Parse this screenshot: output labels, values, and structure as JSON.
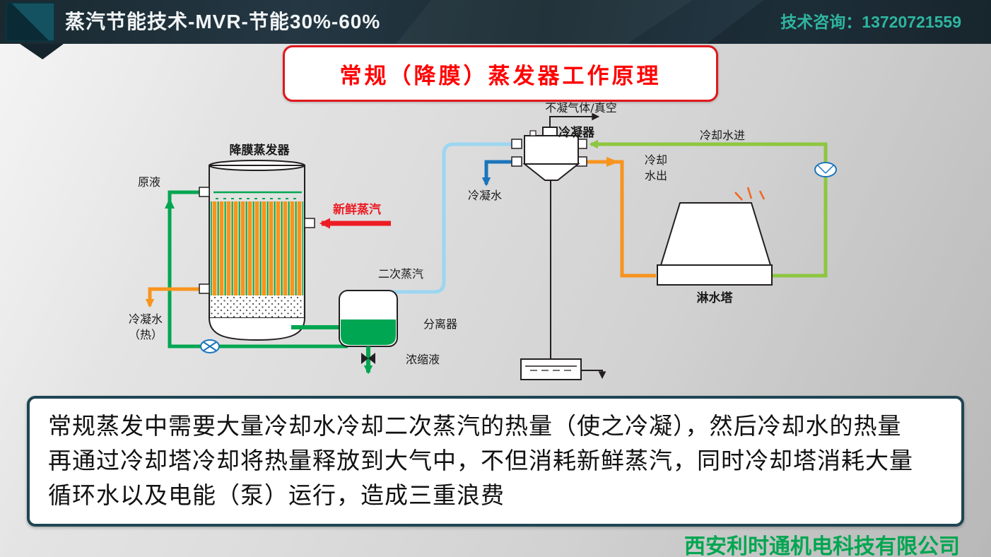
{
  "header": {
    "title": "蒸汽节能技术-MVR-节能30%-60%",
    "contact": "技术咨询：13720721559"
  },
  "title_box": {
    "text": "常规（降膜）蒸发器工作原理"
  },
  "diagram": {
    "labels": {
      "evaporator": "降膜蒸发器",
      "raw_liquid": "原液",
      "fresh_steam": "新鲜蒸汽",
      "condensate_hot_line1": "冷凝水",
      "condensate_hot_line2": "（热）",
      "secondary_steam": "二次蒸汽",
      "separator": "分离器",
      "concentrate": "浓缩液",
      "condenser": "冷凝器",
      "noncondensable_gas": "不凝气体/真空",
      "condensate_water": "冷凝水",
      "cooling_water_in": "冷却水进",
      "cooling_water_out_line1": "冷却",
      "cooling_water_out_line2": "水出",
      "cooling_tower": "淋水塔"
    },
    "colors": {
      "feed_green": "#00a651",
      "cooling_lime": "#8dc63f",
      "hot_orange": "#f7941d",
      "steam_red": "#ed1c24",
      "vapor_light_blue": "#9cd6f0",
      "condensate_blue": "#1b75bb",
      "outline_black": "#231f20"
    }
  },
  "description": {
    "lines": [
      "常规蒸发中需要大量冷却水冷却二次蒸汽的热量（使之冷凝），然后冷却水的热量",
      "再通过冷却塔冷却将热量释放到大气中，不但消耗新鲜蒸汽，同时冷却塔消耗大量",
      "循环水以及电能（泵）运行，造成三重浪费"
    ]
  },
  "footer": {
    "company": "西安利时通机电科技有限公司"
  }
}
